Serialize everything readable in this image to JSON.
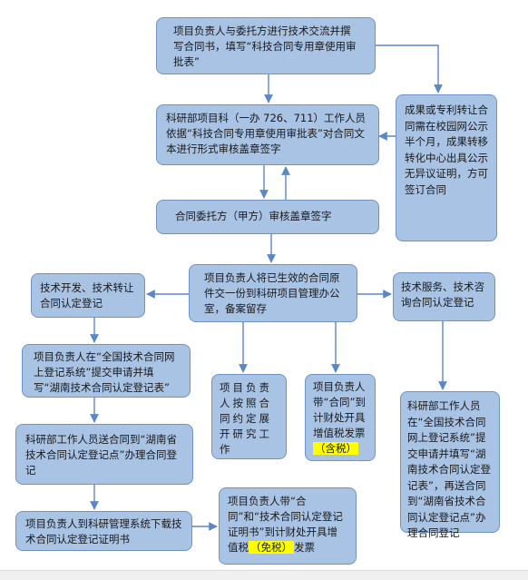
{
  "boxes": {
    "b1": "项目负责人与委托方进行技术交流并撰写合同书，填写“科技合同专用章使用审批表”",
    "b2": "科研部项目科（一办 726、711）工作人员依据“科技合同专用章使用审批表”对合同文本进行形式审核盖章签字",
    "b3": "成果或专利转让合同需在校园网公示半个月，成果转移转化中心出具公示无异议证明，方可签订合同",
    "b4": "合同委托方（甲方）审核盖章签字",
    "b5": "项目负责人将已生效的合同原件交一份到科研项目管理办公室，备案留存",
    "b6": "技术开发、技术转让合同认定登记",
    "b7": "技术服务、技术咨询合同认定登记",
    "b8": "项目负责人在“全国技术合同网上登记系统”提交申请并填写“湖南技术合同认定登记表”",
    "b9": "项目负责人按照合同约定展开研究工作",
    "b10a": "项目负责人带“合同”到计财处开具增值税发票",
    "b10b": "（含税）",
    "b11": "科研部工作人员在“全国技术合同网上登记系统”提交申请并填写“湖南技术合同认定登记表”，再送合同到“湖南省技术合同认定登记点”办理合同登记",
    "b12": "科研部工作人员送合同到“湖南省技术合同认定登记点”办理合同登记",
    "b13a": "项目负责人带“合同”和“技术合同认定登记证明书”到计财处开具增值税",
    "b13b": "（免税）",
    "b13c": "发票",
    "b14": "项目负责人到科研管理系统下载技术合同认定登记证明书"
  },
  "colors": {
    "box_fill": "#a9c3e4",
    "box_border": "#6f93c3",
    "arrow": "#5b87c4",
    "highlight": "#ffff00"
  }
}
